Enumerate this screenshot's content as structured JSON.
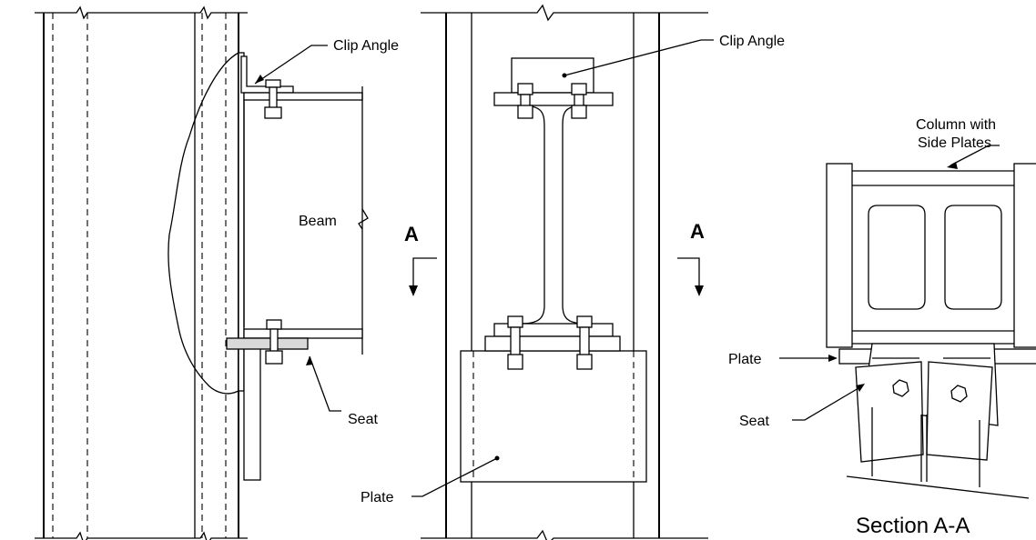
{
  "labels": {
    "clip_angle_left": "Clip Angle",
    "beam": "Beam",
    "seat_left": "Seat",
    "section_a_left": "A",
    "section_a_right": "A",
    "clip_angle_mid": "Clip Angle",
    "plate_mid": "Plate",
    "column_with_side_plates_1": "Column with",
    "column_with_side_plates_2": "Side Plates",
    "plate_right": "Plate",
    "seat_right": "Seat",
    "section_title": "Section A-A"
  }
}
